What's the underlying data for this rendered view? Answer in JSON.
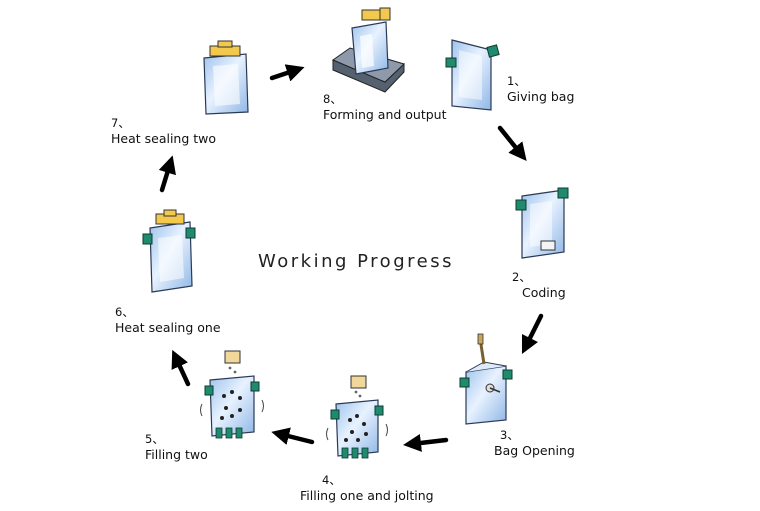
{
  "diagram": {
    "title": "Working Progress",
    "steps": [
      {
        "num": "1、",
        "label": "Giving bag"
      },
      {
        "num": "2、",
        "label": "Coding"
      },
      {
        "num": "3、",
        "label": "Bag Opening"
      },
      {
        "num": "4、",
        "label": "Filling one and jolting"
      },
      {
        "num": "5、",
        "label": "Filling two"
      },
      {
        "num": "6、",
        "label": "Heat sealing one"
      },
      {
        "num": "7、",
        "label": "Heat sealing two"
      },
      {
        "num": "8、",
        "label": "Forming and output"
      }
    ],
    "colors": {
      "bag": "#bcd6f3",
      "bag_highlight": "#f4f9ff",
      "bag_outline": "#2a3a55",
      "clip": "#1f8a6e",
      "sealer": "#f2c94c",
      "arrow": "#000000"
    }
  }
}
